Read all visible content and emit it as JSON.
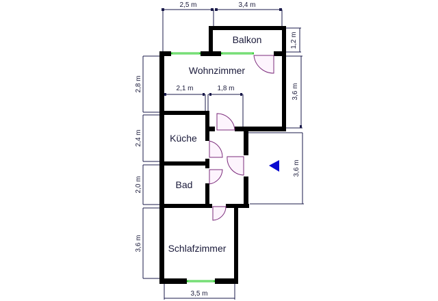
{
  "plan": {
    "rooms": [
      {
        "id": "balkon",
        "label": "Balkon"
      },
      {
        "id": "wohnzimmer",
        "label": "Wohnzimmer"
      },
      {
        "id": "kueche",
        "label": "Küche"
      },
      {
        "id": "bad",
        "label": "Bad"
      },
      {
        "id": "schlafzimmer",
        "label": "Schlafzimmer"
      }
    ],
    "dimensions": {
      "top_left": "2,5 m",
      "top_right": "3,4 m",
      "balkon_depth": "1,2 m",
      "wohnzimmer_right": "3,6 m",
      "inner_left": "2,1 m",
      "inner_right": "1,8 m",
      "left_wohnzimmer": "2,8 m",
      "left_kueche": "2,4 m",
      "left_bad": "2,0 m",
      "left_schlafzimmer": "3,6 m",
      "stair_right": "3,6 m",
      "bottom": "3,5 m"
    },
    "colors": {
      "wall": "#000000",
      "window": "#33cc33",
      "door": "#7a2a7a",
      "dimension": "#1a1a4a",
      "entrance_marker": "#0a0ad0"
    },
    "entrance_marker": "blue-triangle-pointing-left"
  }
}
